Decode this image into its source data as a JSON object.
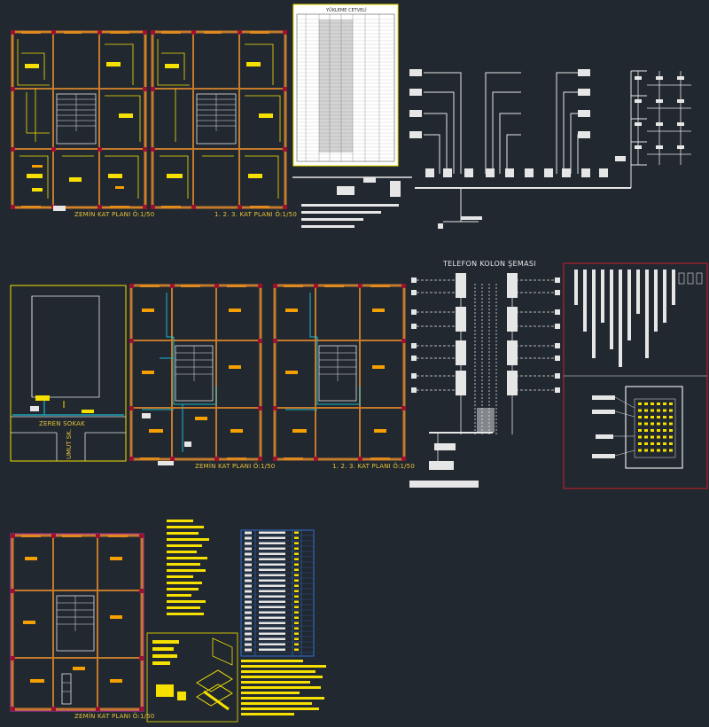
{
  "drawing": {
    "background": "#212830",
    "colors": {
      "wall": "#c47a2c",
      "wall_fill": "#e08a1e",
      "electrical": "#f5e000",
      "column": "#9c1030",
      "text_white": "#e6e6e6",
      "cyan": "#19b8d0",
      "red_frame": "#d01e2a",
      "magenta": "#e030c0",
      "blue_table": "#2f6fd6",
      "orange_label": "#f5a000"
    }
  },
  "labels": {
    "plan1_ground": "ZEMİN KAT PLANI Ö:1/50",
    "plan1_typical": "1. 2. 3. KAT PLANI Ö:1/50",
    "plan2_ground": "ZEMİN KAT PLANI Ö:1/50",
    "plan2_typical": "1. 2. 3. KAT PLANI Ö:1/50",
    "plan3_ground": "ZEMİN KAT PLANI Ö:1/50",
    "telephone_title": "TELEFON KOLON ŞEMASI",
    "load_table_title": "YÜKLEME CETVELİ",
    "street_horizontal": "ZEREN SOKAK",
    "street_vertical": "UMUT SK."
  }
}
